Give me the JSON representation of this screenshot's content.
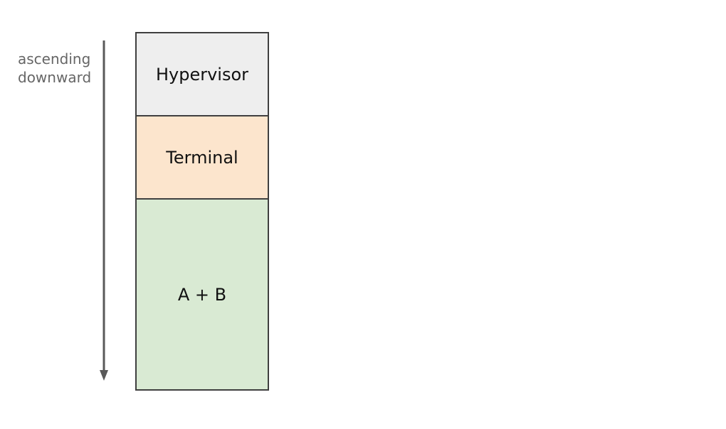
{
  "annotation": {
    "line1": "ascending",
    "line2": "downward"
  },
  "layers": [
    {
      "label": "Hypervisor",
      "color": "#eeeeee"
    },
    {
      "label": "Terminal",
      "color": "#fce5cd"
    },
    {
      "label": "A + B",
      "color": "#d9ead3"
    }
  ],
  "colors": {
    "arrow": "#595959",
    "border": "#3f3f3f",
    "annotation_text": "#666666"
  }
}
